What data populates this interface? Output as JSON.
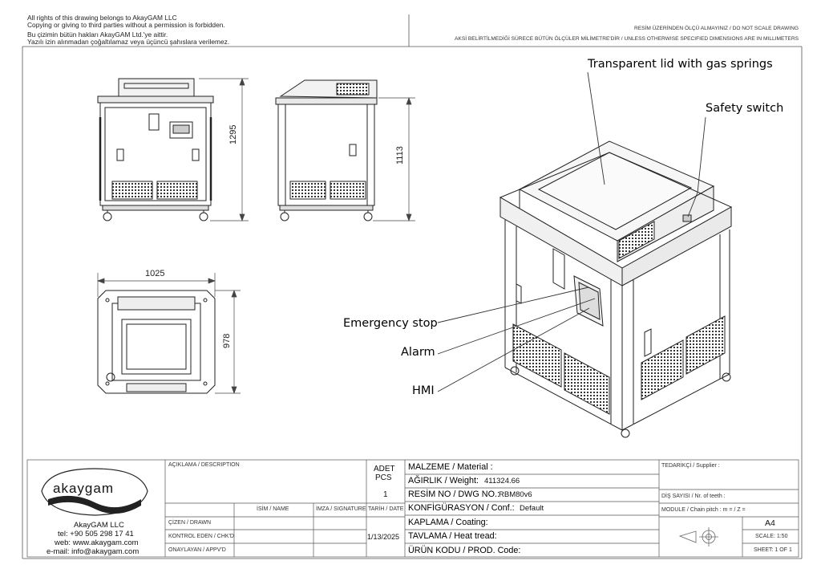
{
  "header": {
    "copyright_en_1": "All rights of this drawing belongs to AkayGAM LLC",
    "copyright_en_2": "Copying or giving to third parties without a permission is forbidden.",
    "copyright_tr_1": "Bu çizimin bütün hakları AkayGAM Ltd.'ye aittir.",
    "copyright_tr_2": "Yazılı izin alınmadan çoğaltılamaz veya üçüncü şahıslara verilemez.",
    "scale_note": "RESİM ÜZERİNDEN ÖLÇÜ ALMAYINIZ / DO NOT SCALE DRAWING",
    "units_note": "AKSİ BELİRTİLMEDİĞİ SÜRECE BÜTÜN ÖLÇÜLER MİLİMETRE'DİR / UNLESS OTHERWISE SPECIFIED DIMENSIONS ARE IN MILLIMETERS"
  },
  "dimensions": {
    "front_height": "1295",
    "side_height": "1113",
    "top_width": "1025",
    "top_depth": "978"
  },
  "callouts": {
    "lid": "Transparent lid with gas springs",
    "safety": "Safety switch",
    "estop": "Emergency stop",
    "alarm": "Alarm",
    "hmi": "HMI"
  },
  "title_block": {
    "logo_text": "akaygam",
    "company": "AkayGAM LLC",
    "tel": "tel: +90 505 298 17 41",
    "web": "web: www.akaygam.com",
    "email": "e-mail: info@akaygam.com",
    "description_label": "AÇIKLAMA / DESCRIPTION",
    "qty_label_1": "ADET",
    "qty_label_2": "PCS",
    "qty_value": "1",
    "material_label": "MALZEME / Material :",
    "weight_label": "AĞIRLIK / Weight:",
    "weight_value": "411324.66",
    "dwg_label": "RESİM NO / DWG NO.:",
    "dwg_value": "RBM80v6",
    "conf_label": "KONFİGÜRASYON / Conf.:",
    "conf_value": "Default",
    "coating_label": "KAPLAMA / Coating:",
    "heat_label": "TAVLAMA / Heat tread:",
    "prod_label": "ÜRÜN KODU / PROD. Code:",
    "name_col": "İSİM / NAME",
    "sign_col": "İMZA / SIGNATURE",
    "date_col": "TARİH / DATE",
    "drawn": "ÇİZEN / DRAWN",
    "checked": "KONTROL EDEN / CHK'D",
    "approved": "ONAYLAYAN / APPV'D",
    "date_value": "1/13/2025",
    "supplier": "TEDARİKÇİ / Supplier :",
    "teeth": "DİŞ SAYISI / Nr. of teeth :",
    "module": "MODULE / Chain pitch :  m =   / Z =",
    "sheet_size": "A4",
    "scale": "SCALE: 1:50",
    "sheet": "SHEET: 1 OF 1"
  }
}
